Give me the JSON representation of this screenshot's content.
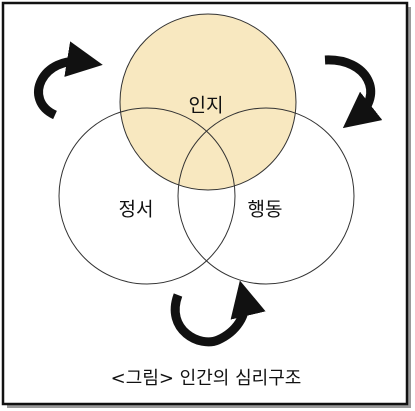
{
  "diagram": {
    "circles": [
      {
        "id": "cognition",
        "label": "인지",
        "fill": "#F8E8C0"
      },
      {
        "id": "emotion",
        "label": "정서",
        "fill": "none"
      },
      {
        "id": "behavior",
        "label": "행동",
        "fill": "none"
      }
    ],
    "caption": "<그림> 인간의 심리구조",
    "colors": {
      "stroke": "#333333",
      "arrow": "#111111",
      "highlight": "#F8E8C0",
      "frame": "#111111",
      "shadow": "#9a9a9a"
    },
    "arrows": [
      "cycle-arrow-left",
      "cycle-arrow-right",
      "cycle-arrow-bottom"
    ]
  }
}
